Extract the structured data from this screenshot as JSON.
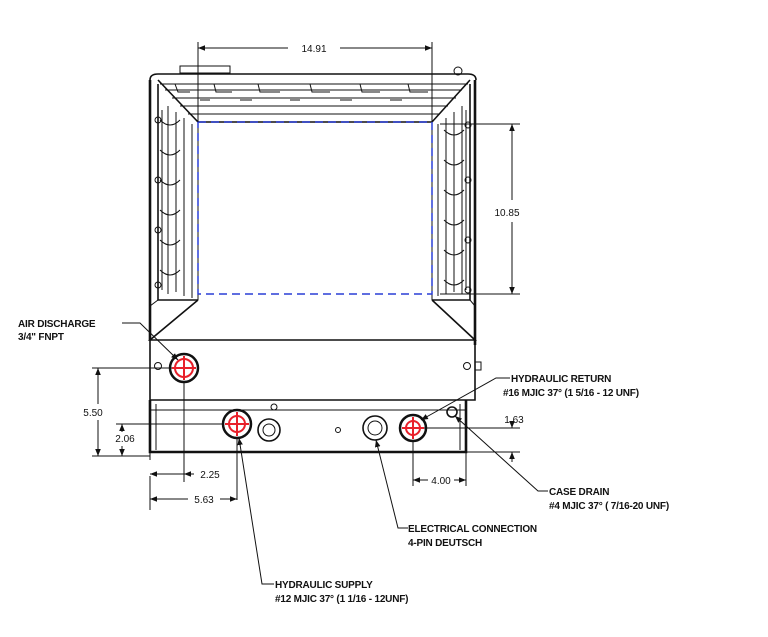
{
  "dimensions": {
    "width": "14.91",
    "height": "10.85",
    "air_height": "5.50",
    "supply_height": "2.06",
    "supply_offset": "2.25",
    "elec_offset": "5.63",
    "return_height": "1.63",
    "return_spacing": "4.00"
  },
  "callouts": {
    "air_discharge": {
      "line1": "AIR DISCHARGE",
      "line2": "3/4\" FNPT"
    },
    "hydraulic_return": {
      "line1": "HYDRAULIC RETURN",
      "line2": "#16 MJIC 37° (1 5/16 - 12 UNF)"
    },
    "case_drain": {
      "line1": "CASE DRAIN",
      "line2": "#4 MJIC 37° ( 7/16-20 UNF)"
    },
    "electrical_connection": {
      "line1": "ELECTRICAL CONNECTION",
      "line2": "4-PIN DEUTSCH"
    },
    "hydraulic_supply": {
      "line1": "HYDRAULIC SUPPLY",
      "line2": "#12 MJIC  37° (1 1/16 - 12UNF)"
    }
  },
  "colors": {
    "line": "#111111",
    "port": "#e8202a",
    "hidden_outline": "#2a3fd6"
  }
}
